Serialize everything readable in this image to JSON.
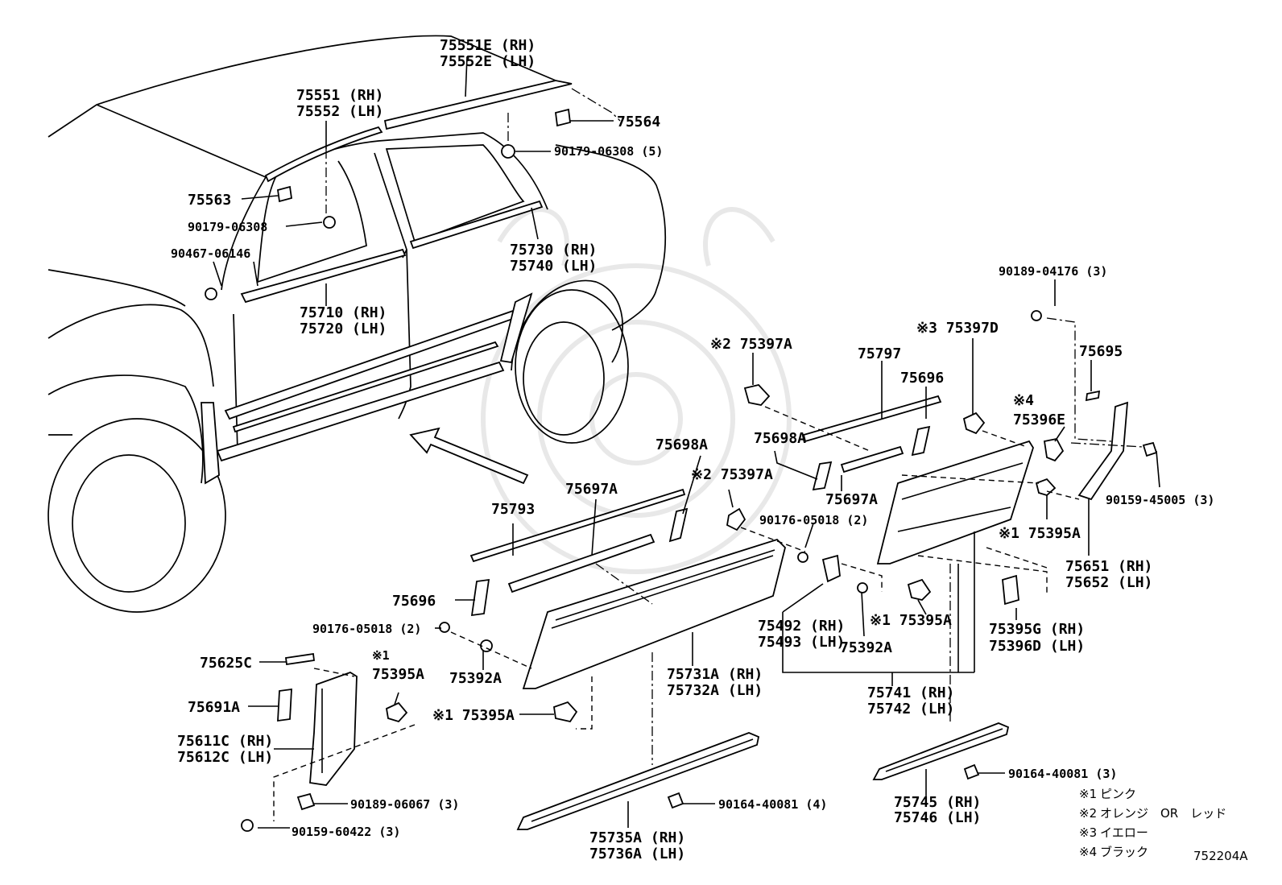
{
  "diagram": {
    "code": "752204A",
    "legend": [
      {
        "mark": "※1",
        "text": "ピンク"
      },
      {
        "mark": "※2",
        "text": "オレンジ　OR　レッド"
      },
      {
        "mark": "※3",
        "text": "イエロー"
      },
      {
        "mark": "※4",
        "text": "ブラック"
      }
    ],
    "labels": {
      "p75551E": "75551E (RH)",
      "p75552E": "75552E (LH)",
      "p75551": "75551 (RH)",
      "p75552": "75552 (LH)",
      "p75564": "75564",
      "p90179_5": "90179-06308 (5)",
      "p75563": "75563",
      "p90179": "90179-06308",
      "p90467": "90467-06146",
      "p75730": "75730 (RH)",
      "p75740": "75740 (LH)",
      "p75710": "75710 (RH)",
      "p75720": "75720 (LH)",
      "p90189_04176": "90189-04176 (3)",
      "p75397A_a": "※2 75397A",
      "p75797": "75797",
      "p75397D": "※3 75397D",
      "p75695": "75695",
      "p75696_a": "75696",
      "p75396E_mark": "※4",
      "p75396E": "75396E",
      "p75698A_a": "75698A",
      "p75698A_b": "75698A",
      "p90159_45005": "90159-45005 (3)",
      "p75397A_b": "※2 75397A",
      "p75697A_a": "75697A",
      "p75697A_b": "75697A",
      "p75793": "75793",
      "p90176_a": "90176-05018 (2)",
      "p75395A_a": "※1 75395A",
      "p75651": "75651 (RH)",
      "p75652": "75652 (LH)",
      "p75696_b": "75696",
      "p90176_b": "90176-05018 (2)",
      "p75492": "75492 (RH)",
      "p75493": "75493 (LH)",
      "p75395A_b": "※1 75395A",
      "p75392A_a": "75392A",
      "p75395G": "75395G (RH)",
      "p75396D": "75396D (LH)",
      "p75625C": "75625C",
      "p75395A_c_mark": "※1",
      "p75395A_c": "75395A",
      "p75392A_b": "75392A",
      "p75731A": "75731A (RH)",
      "p75732A": "75732A (LH)",
      "p75741": "75741 (RH)",
      "p75742": "75742 (LH)",
      "p75691A": "75691A",
      "p75395A_d": "※1 75395A",
      "p75611C": "75611C (RH)",
      "p75612C": "75612C (LH)",
      "p90189_06067": "90189-06067 (3)",
      "p90159_60422": "90159-60422 (3)",
      "p90164_a": "90164-40081 (4)",
      "p75735A": "75735A (RH)",
      "p75736A": "75736A (LH)",
      "p75745": "75745 (RH)",
      "p75746": "75746 (LH)",
      "p90164_b": "90164-40081 (3)"
    }
  }
}
